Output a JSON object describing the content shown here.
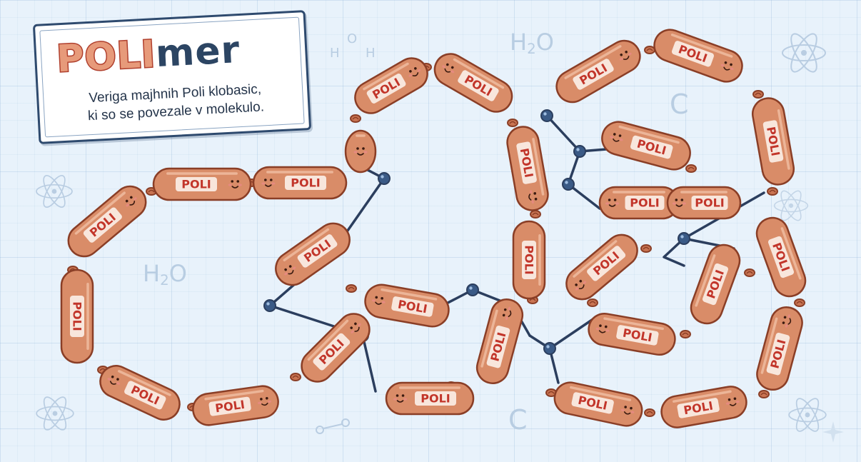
{
  "title": {
    "highlight": "POLI",
    "rest": "mer",
    "subtitle_line1": "Veriga majhnih Poli klobasic,",
    "subtitle_line2": "ki so se povezale v molekulo."
  },
  "sausage_label": "POLI",
  "background_formulas": {
    "water_a": {
      "main": "H",
      "sub": "2",
      "end": "O"
    },
    "water_b": {
      "main": "H",
      "sub": "2",
      "end": "O"
    },
    "carbon": "C",
    "carbon_small": "C",
    "water_struct": {
      "h1": "H",
      "o": "O",
      "h2": "H"
    }
  },
  "colors": {
    "background": "#e8f2fb",
    "sausage_fill": "#d98c68",
    "sausage_outline": "#8a3e26",
    "label_box": "#fbeee6",
    "label_text": "#c2352a",
    "bond": "#2b3e5e",
    "title_accent": "#b0402e"
  },
  "icons": [
    "atom-icon",
    "atom-icon",
    "atom-icon",
    "atom-icon",
    "atom-icon",
    "sparkle-icon"
  ]
}
